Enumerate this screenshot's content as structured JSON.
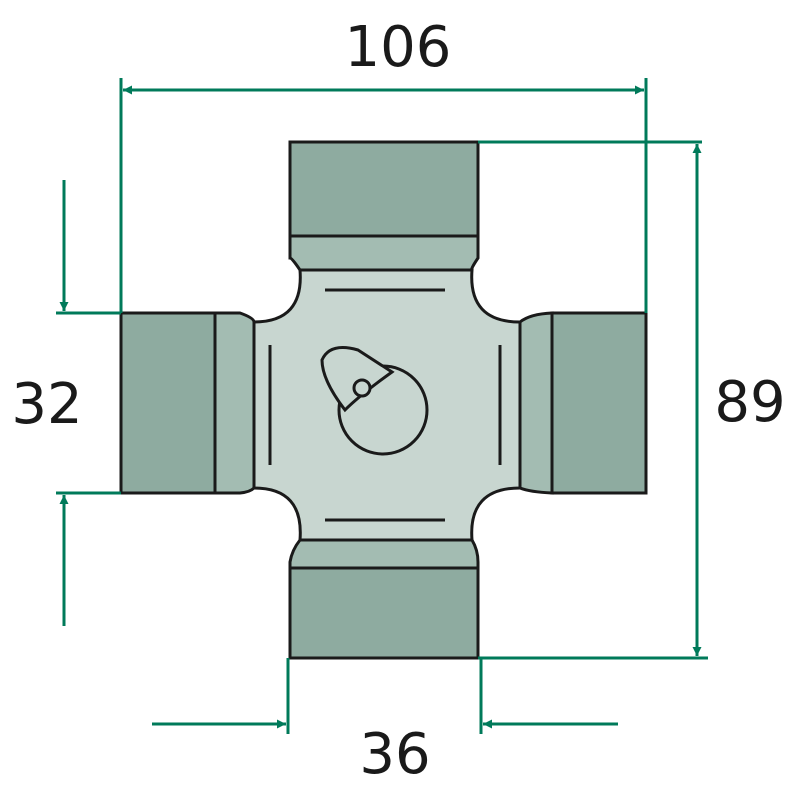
{
  "dimensions": {
    "overall_width": "106",
    "overall_height": "89",
    "cap_diameter_left": "32",
    "cap_diameter_bottom": "36"
  },
  "colors": {
    "body": "#c8d6d0",
    "cap": "#8eaba0",
    "cap_ring": "#a3bcb2",
    "outline": "#1a1a1a",
    "dimension": "#007a5a"
  }
}
